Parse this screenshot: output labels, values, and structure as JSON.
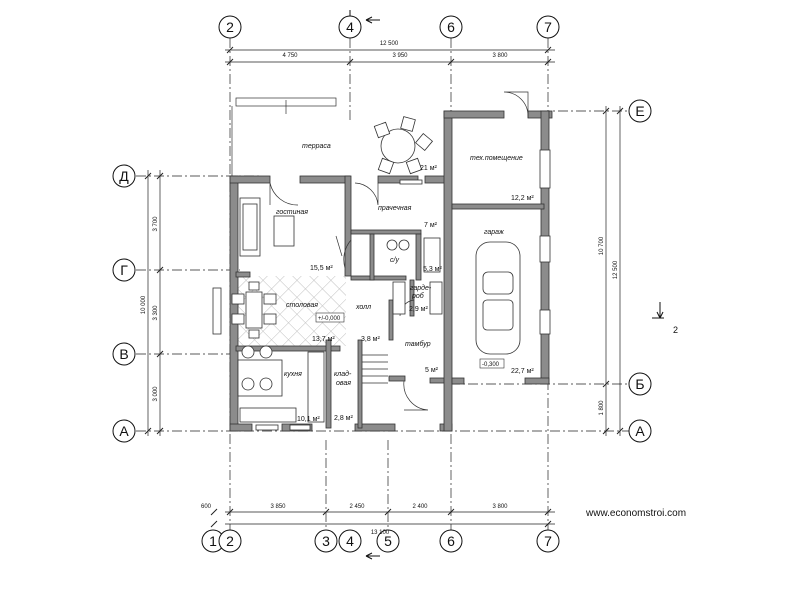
{
  "rooms": {
    "terrace": "терраса",
    "living": "гостиная",
    "dining": "столовая",
    "kitchen": "кухня",
    "pantry": "клад-\nовая",
    "pantry_l1": "клад-",
    "pantry_l2": "овая",
    "laundry": "прачечная",
    "wc": "с/у",
    "hall": "холл",
    "wardrobe_l1": "гарде-",
    "wardrobe_l2": "роб",
    "vestibule": "тамбур",
    "tech": "тех.помещение",
    "garage": "гараж"
  },
  "areas": {
    "terrace": "21 м²",
    "laundry": "7 м²",
    "living": "15,5 м²",
    "wc": "5,3 м²",
    "wardrobe": "2,9 м²",
    "hall": "13,7 м²",
    "hall2": "3,8 м²",
    "vestibule": "5 м²",
    "kitchen": "10,1 м²",
    "pantry": "2,8 м²",
    "tech": "12,2 м²",
    "garage": "22,7 м²"
  },
  "levels": {
    "main": "+/-0,000",
    "garage": "-0,300"
  },
  "axes": {
    "top": [
      "2",
      "4",
      "6",
      "7"
    ],
    "bottom": [
      "1",
      "2",
      "3",
      "4",
      "5",
      "6",
      "7"
    ],
    "left": [
      "Д",
      "Г",
      "В",
      "А"
    ],
    "right": [
      "Е",
      "Б",
      "А"
    ]
  },
  "dims": {
    "top_total": "12 500",
    "top": [
      "4 750",
      "3 950",
      "3 800"
    ],
    "bottom_total": "13 100",
    "bottom": [
      "600",
      "3 850",
      "2 450",
      "2 400",
      "3 800"
    ],
    "left_total": "10 000",
    "left": [
      "3 700",
      "3 300",
      "3 000"
    ],
    "right_total": "12 500",
    "right_inner": "10 700",
    "right_small": "1 800"
  },
  "section_mark": "2",
  "site": "www.economstroi.com"
}
